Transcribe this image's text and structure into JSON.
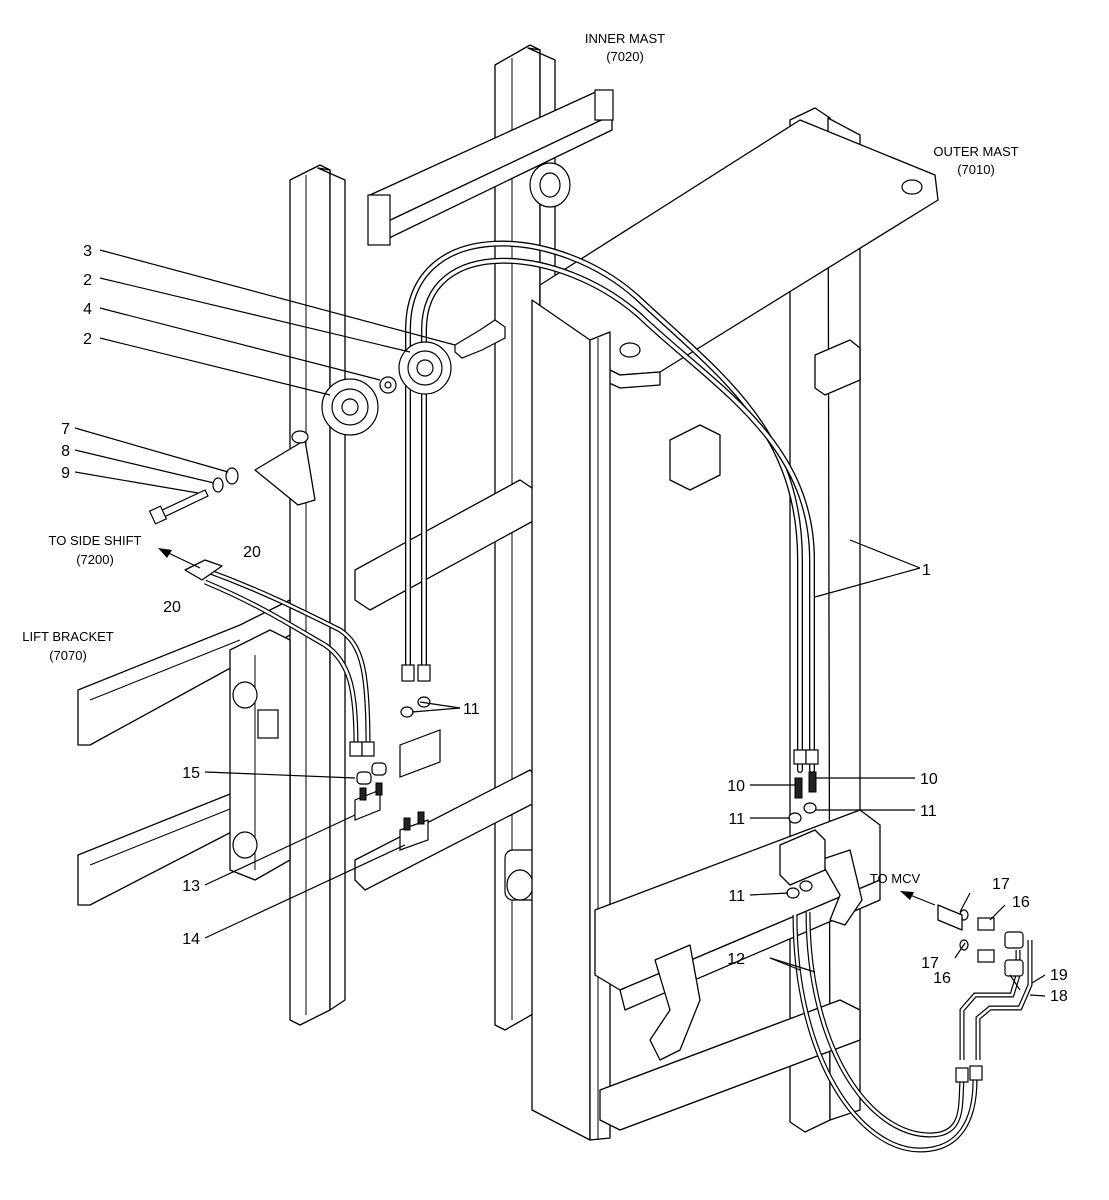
{
  "assembly_labels": {
    "inner_mast": [
      "INNER MAST",
      "(7020)"
    ],
    "outer_mast": [
      "OUTER MAST",
      "(7010)"
    ],
    "side_shift": [
      "TO SIDE SHIFT",
      "(7200)"
    ],
    "lift_bracket": [
      "LIFT BRACKET",
      "(7070)"
    ],
    "to_mcv": "TO MCV"
  },
  "callouts": {
    "c1": "1",
    "c2a": "2",
    "c2b": "2",
    "c3": "3",
    "c4": "4",
    "c7": "7",
    "c8": "8",
    "c9": "9",
    "c10a": "10",
    "c10b": "10",
    "c11a": "11",
    "c11b": "11",
    "c11c": "11",
    "c11d": "11",
    "c12": "12",
    "c13": "13",
    "c14": "14",
    "c15": "15",
    "c16a": "16",
    "c16b": "16",
    "c17a": "17",
    "c17b": "17",
    "c18": "18",
    "c19": "19",
    "c20a": "20",
    "c20b": "20"
  }
}
